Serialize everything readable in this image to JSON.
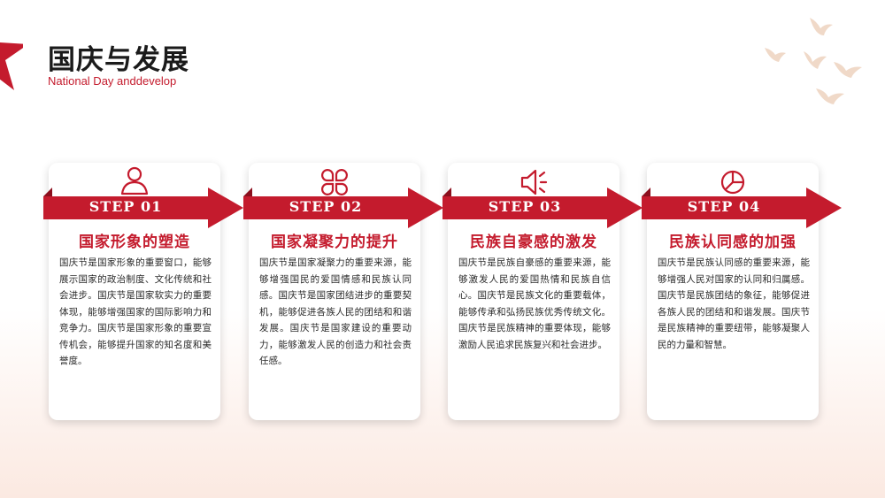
{
  "header": {
    "title": "国庆与发展",
    "subtitle": "National Day anddevelop"
  },
  "colors": {
    "accent": "#c41b2d",
    "ribbon_dark": "#8c0f1d",
    "text": "#2b2b2b"
  },
  "steps": [
    {
      "icon": "user-icon",
      "label": "STEP  01",
      "heading": "国家形象的塑造",
      "body": "国庆节是国家形象的重要窗口，能够展示国家的政治制度、文化传统和社会进步。国庆节是国家软实力的重要体现，能够增强国家的国际影响力和竞争力。国庆节是国家形象的重要宣传机会，能够提升国家的知名度和美誉度。"
    },
    {
      "icon": "clover-icon",
      "label": "STEP  02",
      "heading": "国家凝聚力的提升",
      "body": "国庆节是国家凝聚力的重要来源，能够增强国民的爱国情感和民族认同感。国庆节是国家团结进步的重要契机，能够促进各族人民的团结和和谐发展。国庆节是国家建设的重要动力，能够激发人民的创造力和社会责任感。"
    },
    {
      "icon": "speaker-icon",
      "label": "STEP  03",
      "heading": "民族自豪感的激发",
      "body": "国庆节是民族自豪感的重要来源，能够激发人民的爱国热情和民族自信心。国庆节是民族文化的重要载体，能够传承和弘扬民族优秀传统文化。国庆节是民族精神的重要体现，能够激励人民追求民族复兴和社会进步。"
    },
    {
      "icon": "pie-chart-icon",
      "label": "STEP  04",
      "heading": "民族认同感的加强",
      "body": "国庆节是民族认同感的重要来源，能够增强人民对国家的认同和归属感。国庆节是民族团结的象征，能够促进各族人民的团结和和谐发展。国庆节是民族精神的重要纽带，能够凝聚人民的力量和智慧。"
    }
  ]
}
